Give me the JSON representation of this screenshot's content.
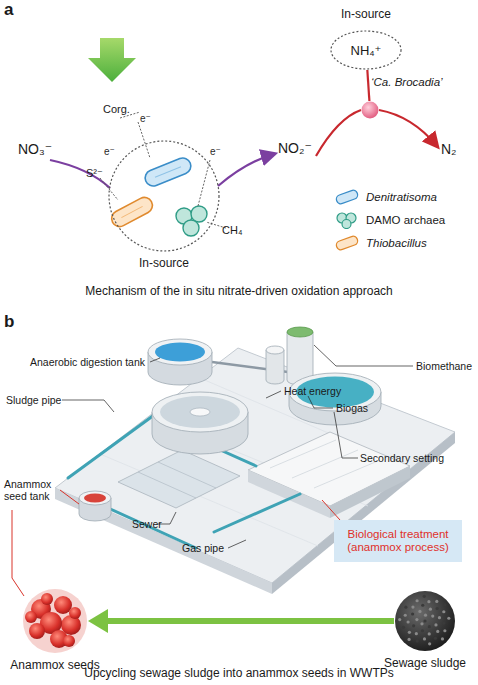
{
  "diagram": {
    "nodes": [
      {
        "text": [
          "In-source",
          "NH₄⁺"
        ]
      },
      {
        "text": [
          "‘Ca. Brocadia’"
        ]
      },
      {
        "text": [
          "In-source"
        ]
      },
      {
        "text": [
          "Biological treatment (anammox process)"
        ]
      },
      {
        "text": [
          "Anammox seeds"
        ]
      },
      {
        "text": [
          "Sewage sludge"
        ]
      }
    ],
    "edges": [
      {
        "from": 0,
        "to": 1,
        "arrow": "none"
      },
      {
        "from": 5,
        "to": 4,
        "arrow": "to"
      }
    ],
    "labels": [
      "a",
      "NO₃⁻",
      "Corg.",
      "e⁻",
      "S²⁻",
      "e⁻",
      "e⁻",
      "CH₄",
      "NO₂⁻",
      "N₂",
      "Mechanism of the in situ nitrate-driven oxidation approach",
      "b",
      "Anaerobic digestion tank",
      "Heat energy",
      "Biomethane",
      "Biogas",
      "Sludge pipe",
      "Secondary setting",
      "Anammox seed tank",
      "Sewer",
      "Gas pipe",
      "Upcycling sewage sludge into anammox seeds in WWTPs"
    ],
    "legend": [
      {
        "text": "Denitratisoma"
      },
      {
        "text": "DAMO archaea"
      },
      {
        "text": "Thiobacillus"
      }
    ]
  }
}
